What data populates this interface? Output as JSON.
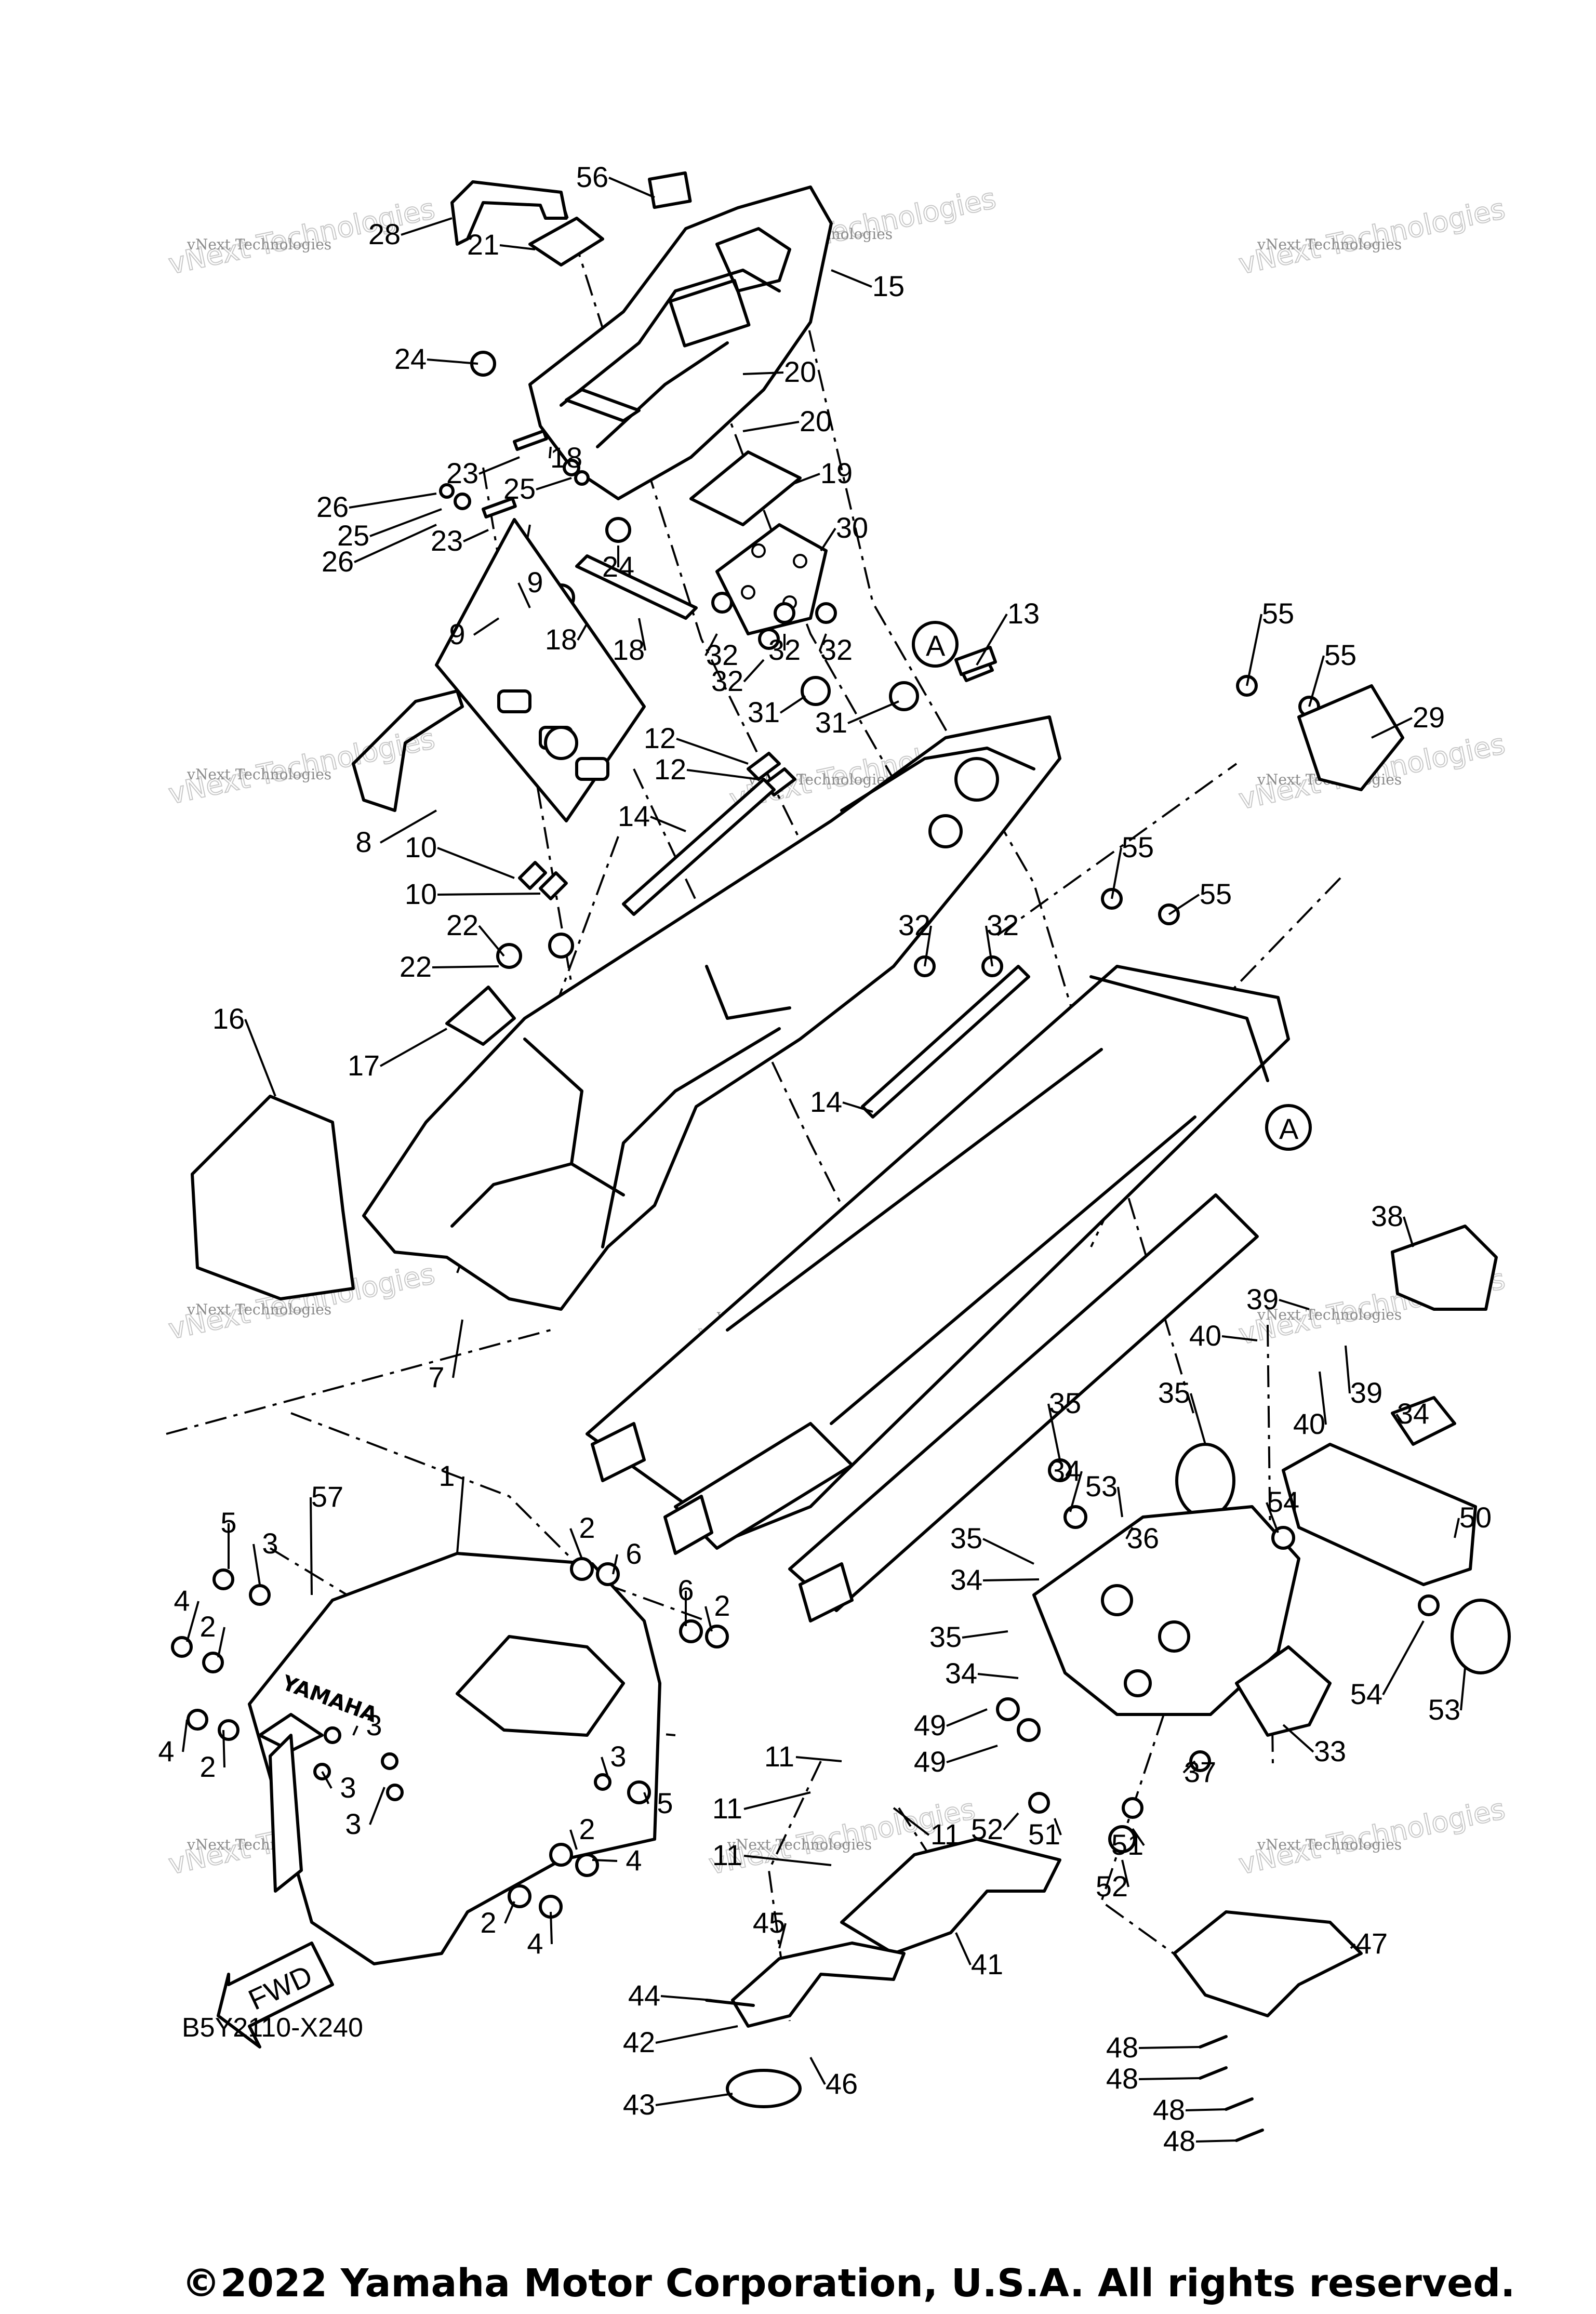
{
  "diagram": {
    "code": "B5Y2110-X240",
    "copyright": "©2022 Yamaha Motor Corporation, U.S.A. All rights reserved.",
    "fwd_label": "FWD",
    "brand_text": "YAMAHA",
    "watermark_line1": "vNext Technologies",
    "watermark_line2": "vNext Technologies",
    "callout_A": "A"
  },
  "part_labels": [
    "28",
    "56",
    "21",
    "15",
    "24",
    "20",
    "20",
    "18",
    "23",
    "19",
    "26",
    "25",
    "25",
    "26",
    "23",
    "24",
    "30",
    "9",
    "9",
    "18",
    "18",
    "32",
    "32",
    "32",
    "32",
    "13",
    "31",
    "31",
    "12",
    "12",
    "8",
    "14",
    "10",
    "10",
    "22",
    "22",
    "32",
    "32",
    "16",
    "17",
    "14",
    "7",
    "55",
    "55",
    "29",
    "55",
    "55",
    "38",
    "39",
    "39",
    "40",
    "40",
    "35",
    "34",
    "35",
    "34",
    "53",
    "36",
    "54",
    "50",
    "35",
    "34",
    "35",
    "34",
    "49",
    "49",
    "52",
    "51",
    "54",
    "53",
    "33",
    "37",
    "51",
    "52",
    "1",
    "57",
    "5",
    "3",
    "2",
    "6",
    "6",
    "2",
    "4",
    "2",
    "4",
    "2",
    "3",
    "3",
    "5",
    "3",
    "3",
    "2",
    "4",
    "2",
    "4",
    "11",
    "11",
    "11",
    "11",
    "45",
    "41",
    "47",
    "44",
    "42",
    "46",
    "43",
    "48",
    "48",
    "48",
    "48"
  ]
}
